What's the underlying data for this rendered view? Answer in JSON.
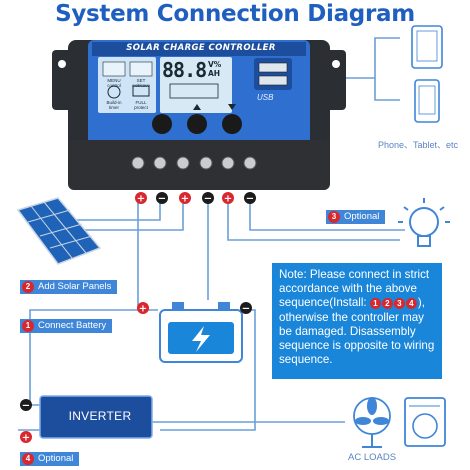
{
  "title": "System Connection Diagram",
  "controller": {
    "title": "SOLAR CHARGE CONTROLLER",
    "lcd_value": "88.8",
    "lcd_units": [
      "V%",
      "AH"
    ],
    "usb_label": "USB",
    "mini_labels": [
      "MENU control",
      "SET exit/save",
      "Build-in timer",
      "FULL protect"
    ],
    "terminal_polarity": [
      "+",
      "−",
      "+",
      "−",
      "+",
      "−"
    ]
  },
  "labels": {
    "optional_3": {
      "num": "3",
      "text": "Optional"
    },
    "panels_2": {
      "num": "2",
      "text": "Add Solar Panels"
    },
    "battery_1": {
      "num": "1",
      "text": "Connect Battery"
    },
    "optional_4": {
      "num": "4",
      "text": "Optional"
    }
  },
  "devices_caption": "Phone、Tablet、etc",
  "note": {
    "line_a": "Note: Please connect in strict accordance with the above sequence(Install: ",
    "nums": [
      "1",
      "2",
      "3",
      "4"
    ],
    "line_b": "), otherwise the controller may be damaged. Disassembly sequence is opposite to wiring sequence."
  },
  "inverter": "INVERTER",
  "ac_loads": "AC LOADS",
  "colors": {
    "title": "#1f5fbf",
    "controller_blue": "#2f6fcf",
    "controller_dark": "#2b2e33",
    "wire": "#6a9fd8",
    "positive": "#d9272e",
    "negative": "#1c1c1c",
    "note_bg": "#1a86d9",
    "tag_bg": "#3f86d8"
  }
}
